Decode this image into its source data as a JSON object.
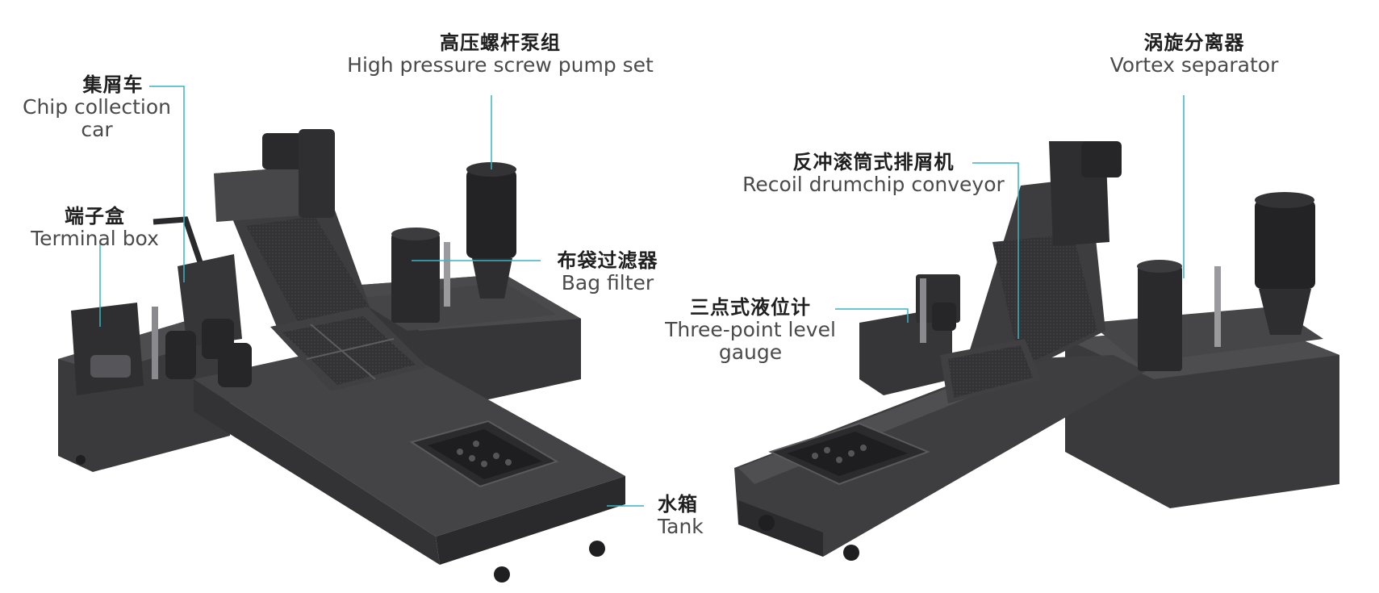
{
  "labels": {
    "chip_car": {
      "cn": "集屑车",
      "en": "Chip collection car"
    },
    "pump": {
      "cn": "高压螺杆泵组",
      "en": "High pressure screw pump set"
    },
    "terminal": {
      "cn": "端子盒",
      "en": "Terminal box"
    },
    "bag": {
      "cn": "布袋过滤器",
      "en": "Bag filter"
    },
    "tank": {
      "cn": "水箱",
      "en": "Tank"
    },
    "vortex": {
      "cn": "涡旋分离器",
      "en": "Vortex separator"
    },
    "recoil": {
      "cn": "反冲滚筒式排屑机",
      "en": "Recoil drumchip conveyor"
    },
    "gauge": {
      "cn": "三点式液位计",
      "en": "Three-point level gauge"
    }
  },
  "colors": {
    "leader": "#3bb4c1",
    "body": "#3c3c3e",
    "dark": "#252527",
    "light": "#545457"
  }
}
